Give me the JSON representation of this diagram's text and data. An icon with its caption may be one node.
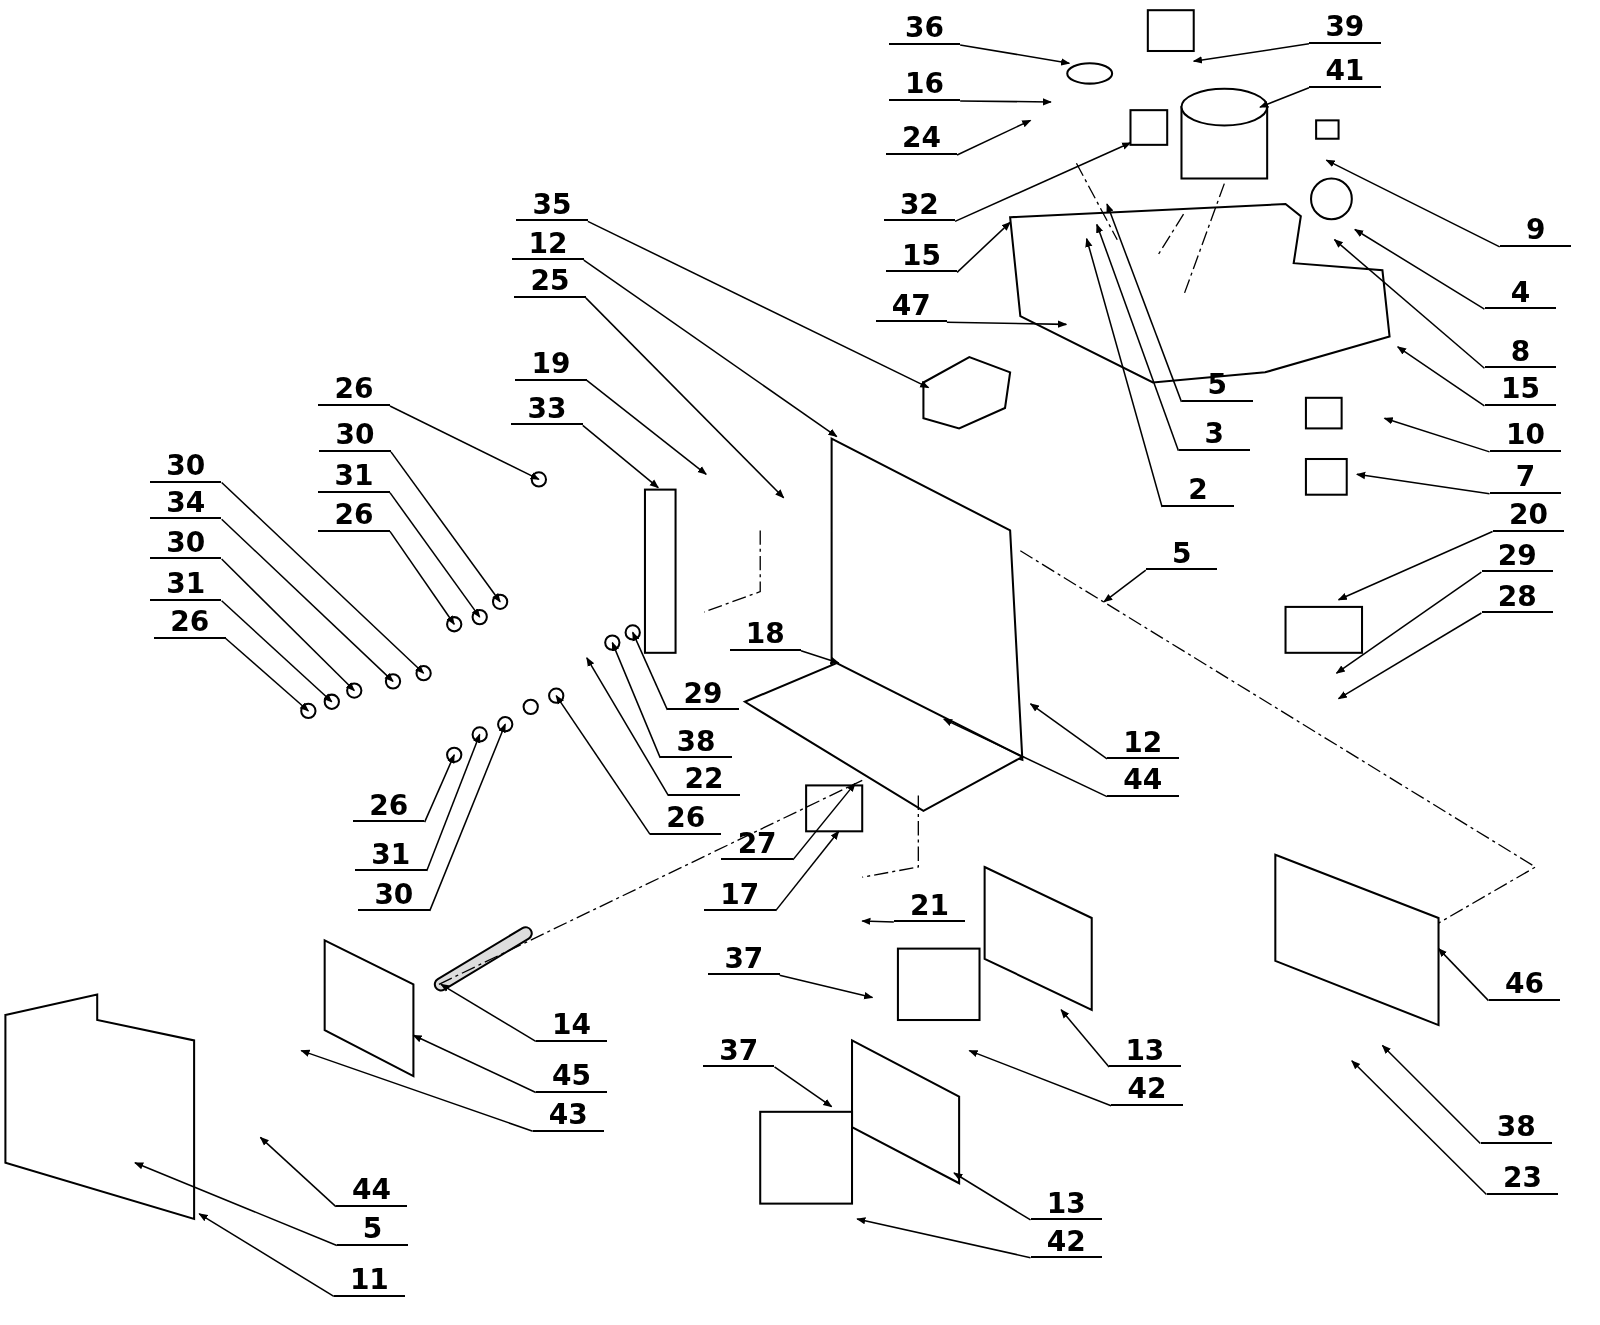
{
  "diagram": {
    "nodes": [
      {
        "text": [
          "36"
        ]
      },
      {
        "text": [
          "16"
        ]
      },
      {
        "text": [
          "24"
        ]
      },
      {
        "text": [
          "32"
        ]
      },
      {
        "text": [
          "15"
        ]
      },
      {
        "text": [
          "47"
        ]
      },
      {
        "text": [
          "39"
        ]
      },
      {
        "text": [
          "41"
        ]
      },
      {
        "text": [
          "9"
        ]
      },
      {
        "text": [
          "4"
        ]
      },
      {
        "text": [
          "8"
        ]
      },
      {
        "text": [
          "15"
        ]
      },
      {
        "text": [
          "5"
        ]
      },
      {
        "text": [
          "3"
        ]
      },
      {
        "text": [
          "2"
        ]
      },
      {
        "text": [
          "10"
        ]
      },
      {
        "text": [
          "7"
        ]
      },
      {
        "text": [
          "20"
        ]
      },
      {
        "text": [
          "29"
        ]
      },
      {
        "text": [
          "28"
        ]
      },
      {
        "text": [
          "5"
        ]
      },
      {
        "text": [
          "35"
        ]
      },
      {
        "text": [
          "12"
        ]
      },
      {
        "text": [
          "25"
        ]
      },
      {
        "text": [
          "19"
        ]
      },
      {
        "text": [
          "33"
        ]
      },
      {
        "text": [
          "26"
        ]
      },
      {
        "text": [
          "30"
        ]
      },
      {
        "text": [
          "31"
        ]
      },
      {
        "text": [
          "26"
        ]
      },
      {
        "text": [
          "30"
        ]
      },
      {
        "text": [
          "34"
        ]
      },
      {
        "text": [
          "30"
        ]
      },
      {
        "text": [
          "31"
        ]
      },
      {
        "text": [
          "26"
        ]
      },
      {
        "text": [
          "18"
        ]
      },
      {
        "text": [
          "29"
        ]
      },
      {
        "text": [
          "38"
        ]
      },
      {
        "text": [
          "22"
        ]
      },
      {
        "text": [
          "26"
        ]
      },
      {
        "text": [
          "26"
        ]
      },
      {
        "text": [
          "31"
        ]
      },
      {
        "text": [
          "30"
        ]
      },
      {
        "text": [
          "12"
        ]
      },
      {
        "text": [
          "44"
        ]
      },
      {
        "text": [
          "27"
        ]
      },
      {
        "text": [
          "17"
        ]
      },
      {
        "text": [
          "21"
        ]
      },
      {
        "text": [
          "37"
        ]
      },
      {
        "text": [
          "14"
        ]
      },
      {
        "text": [
          "45"
        ]
      },
      {
        "text": [
          "43"
        ]
      },
      {
        "text": [
          "13"
        ]
      },
      {
        "text": [
          "42"
        ]
      },
      {
        "text": [
          "46"
        ]
      },
      {
        "text": [
          "37"
        ]
      },
      {
        "text": [
          "13"
        ]
      },
      {
        "text": [
          "42"
        ]
      },
      {
        "text": [
          "44"
        ]
      },
      {
        "text": [
          "5"
        ]
      },
      {
        "text": [
          "11"
        ]
      },
      {
        "text": [
          "38"
        ]
      },
      {
        "text": [
          "23"
        ]
      }
    ],
    "edges": [
      {
        "from": 0,
        "to": null,
        "arrow": "to"
      },
      {
        "from": 1,
        "to": null,
        "arrow": "to"
      },
      {
        "from": 2,
        "to": null,
        "arrow": "to"
      },
      {
        "from": 3,
        "to": null,
        "arrow": "to"
      },
      {
        "from": 4,
        "to": null,
        "arrow": "to"
      },
      {
        "from": 5,
        "to": null,
        "arrow": "to"
      },
      {
        "from": 6,
        "to": null,
        "arrow": "to"
      },
      {
        "from": 7,
        "to": null,
        "arrow": "to"
      },
      {
        "from": 8,
        "to": null,
        "arrow": "to"
      },
      {
        "from": 9,
        "to": null,
        "arrow": "to"
      },
      {
        "from": 10,
        "to": null,
        "arrow": "to"
      },
      {
        "from": 11,
        "to": null,
        "arrow": "to"
      },
      {
        "from": 12,
        "to": null,
        "arrow": "to"
      },
      {
        "from": 13,
        "to": null,
        "arrow": "to"
      },
      {
        "from": 14,
        "to": null,
        "arrow": "to"
      },
      {
        "from": 15,
        "to": null,
        "arrow": "to"
      },
      {
        "from": 16,
        "to": null,
        "arrow": "to"
      },
      {
        "from": 17,
        "to": null,
        "arrow": "to"
      },
      {
        "from": 18,
        "to": null,
        "arrow": "to"
      },
      {
        "from": 19,
        "to": null,
        "arrow": "to"
      },
      {
        "from": 20,
        "to": null,
        "arrow": "to"
      },
      {
        "from": 21,
        "to": null,
        "arrow": "to"
      },
      {
        "from": 22,
        "to": null,
        "arrow": "to"
      },
      {
        "from": 23,
        "to": null,
        "arrow": "to"
      },
      {
        "from": 24,
        "to": null,
        "arrow": "to"
      },
      {
        "from": 25,
        "to": null,
        "arrow": "to"
      },
      {
        "from": 26,
        "to": null,
        "arrow": "to"
      },
      {
        "from": 27,
        "to": null,
        "arrow": "to"
      },
      {
        "from": 28,
        "to": null,
        "arrow": "to"
      },
      {
        "from": 29,
        "to": null,
        "arrow": "to"
      },
      {
        "from": 30,
        "to": null,
        "arrow": "to"
      },
      {
        "from": 31,
        "to": null,
        "arrow": "to"
      },
      {
        "from": 32,
        "to": null,
        "arrow": "to"
      },
      {
        "from": 33,
        "to": null,
        "arrow": "to"
      },
      {
        "from": 34,
        "to": null,
        "arrow": "to"
      },
      {
        "from": 35,
        "to": null,
        "arrow": "to"
      },
      {
        "from": 36,
        "to": null,
        "arrow": "to"
      },
      {
        "from": 37,
        "to": null,
        "arrow": "to"
      },
      {
        "from": 38,
        "to": null,
        "arrow": "to"
      },
      {
        "from": 39,
        "to": null,
        "arrow": "to"
      },
      {
        "from": 40,
        "to": null,
        "arrow": "to"
      },
      {
        "from": 41,
        "to": null,
        "arrow": "to"
      },
      {
        "from": 42,
        "to": null,
        "arrow": "to"
      },
      {
        "from": 43,
        "to": null,
        "arrow": "to"
      },
      {
        "from": 44,
        "to": null,
        "arrow": "to"
      },
      {
        "from": 45,
        "to": null,
        "arrow": "to"
      },
      {
        "from": 46,
        "to": null,
        "arrow": "to"
      },
      {
        "from": 47,
        "to": null,
        "arrow": "to"
      },
      {
        "from": 48,
        "to": null,
        "arrow": "to"
      },
      {
        "from": 49,
        "to": null,
        "arrow": "to"
      },
      {
        "from": 50,
        "to": null,
        "arrow": "to"
      },
      {
        "from": 51,
        "to": null,
        "arrow": "to"
      },
      {
        "from": 52,
        "to": null,
        "arrow": "to"
      },
      {
        "from": 53,
        "to": null,
        "arrow": "to"
      },
      {
        "from": 54,
        "to": null,
        "arrow": "to"
      },
      {
        "from": 55,
        "to": null,
        "arrow": "to"
      },
      {
        "from": 56,
        "to": null,
        "arrow": "to"
      },
      {
        "from": 57,
        "to": null,
        "arrow": "to"
      },
      {
        "from": 58,
        "to": null,
        "arrow": "to"
      },
      {
        "from": 59,
        "to": null,
        "arrow": "to"
      },
      {
        "from": 60,
        "to": null,
        "arrow": "to"
      },
      {
        "from": 61,
        "to": null,
        "arrow": "to"
      },
      {
        "from": 62,
        "to": null,
        "arrow": "to"
      }
    ]
  }
}
